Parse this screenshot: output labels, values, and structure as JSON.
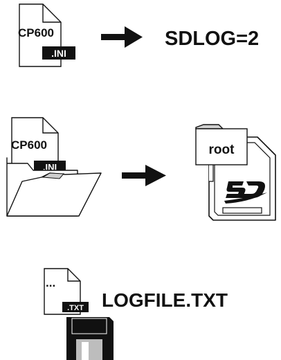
{
  "step1": {
    "file_name": "CP600",
    "file_ext": ".INI",
    "setting_text": "SDLOG=2"
  },
  "step2": {
    "file_name": "CP600",
    "file_ext": ".INI",
    "folder_label": "root",
    "card_logo": "sd-card-logo"
  },
  "step3": {
    "file_content": "...",
    "file_ext": ".TXT",
    "output_name": "LOGFILE.TXT",
    "media_icon": "floppy-disk-icon"
  },
  "colors": {
    "ink": "#111111",
    "background": "#ffffff",
    "tag_text": "#ffffff"
  }
}
